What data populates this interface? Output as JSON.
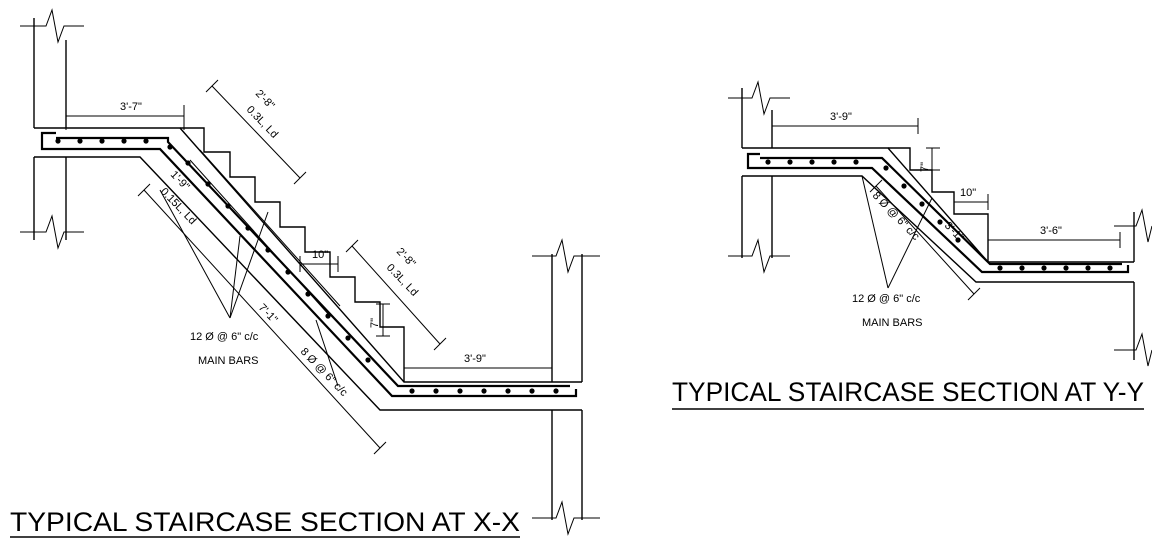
{
  "section_xx": {
    "title": "TYPICAL STAIRCASE SECTION AT X-X",
    "dims": {
      "landing_top": "3'-7\"",
      "anchor_top_1": "2'-8\"",
      "anchor_top_2": "0.3L, Ld",
      "anchor_bottom_1": "1'-9\"",
      "anchor_bottom_2": "0.15L, Ld",
      "tread": "10\"",
      "anchor_lower_1": "2'-8\"",
      "anchor_lower_2": "0.3L, Ld",
      "riser": "7\"",
      "flight": "7'-1\"",
      "landing_bottom": "3'-9\""
    },
    "notes": {
      "main_bars_1": "12 Ø @ 6\" c/c",
      "main_bars_2": "MAIN BARS",
      "dist_bars": "8 Ø @ 6\" c/c"
    }
  },
  "section_yy": {
    "title": "TYPICAL STAIRCASE SECTION AT Y-Y",
    "dims": {
      "landing_top": "3'-9\"",
      "riser": "7\"",
      "tread": "10\"",
      "flight": "3'-1\"",
      "landing_bottom": "3'-6\""
    },
    "notes": {
      "dist_bars": "8 Ø @ 6\" c/c",
      "main_bars_1": "12 Ø @ 6\" c/c",
      "main_bars_2": "MAIN BARS"
    }
  }
}
